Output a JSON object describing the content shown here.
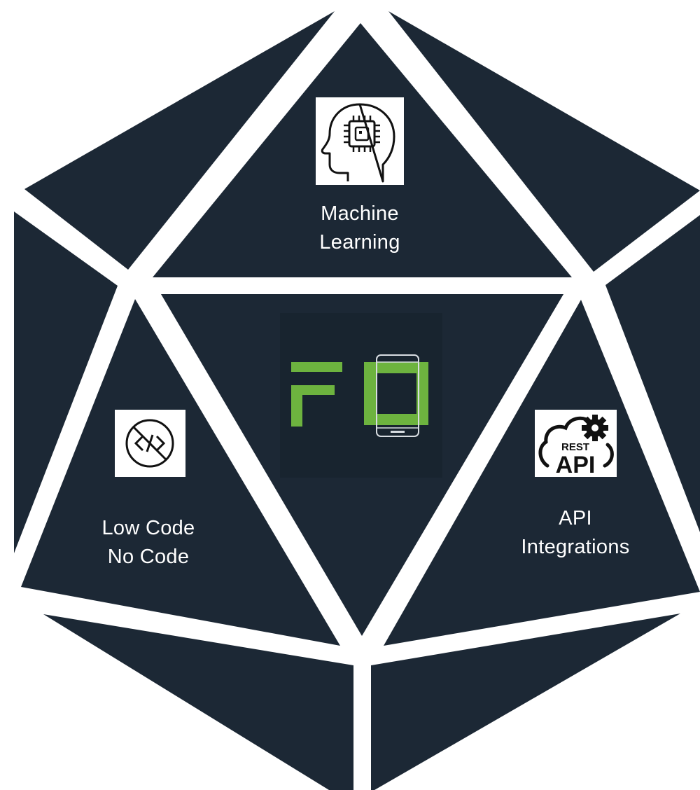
{
  "diagram": {
    "face_color": "#1c2835",
    "background_color": "#ffffff",
    "logo": {
      "text": "FO",
      "accent": "#6db33f",
      "icon": "fo-logo"
    },
    "segments": [
      {
        "label_lines": [
          "Machine",
          "Learning"
        ],
        "icon": "ai-head-chip-icon"
      },
      {
        "label_lines": [
          "Low Code",
          "No Code"
        ],
        "icon": "no-code-icon"
      },
      {
        "label_lines": [
          "API",
          "Integrations"
        ],
        "icon": "rest-api-cloud-icon",
        "icon_text": [
          "REST",
          "API"
        ]
      }
    ]
  }
}
